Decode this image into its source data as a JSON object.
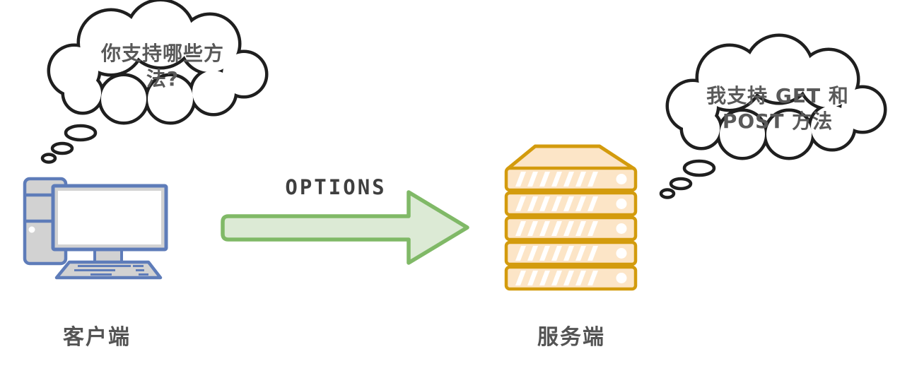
{
  "client": {
    "label": "客户端",
    "thought": "你支持哪些方\n法?",
    "icon": "desktop-computer-icon"
  },
  "server": {
    "label": "服务端",
    "thought": "我支持 GET 和\nPOST 方法",
    "icon": "server-rack-icon"
  },
  "request": {
    "label": "OPTIONS",
    "direction": "client-to-server"
  },
  "colors": {
    "cloud_outline": "#1f1f1f",
    "bubble_text": "#595959",
    "client_blue": "#5e7cb9",
    "client_gray": "#d2d2d2",
    "server_orange": "#d39b0d",
    "server_fill": "#fce5c7",
    "arrow_fill": "#dcead5",
    "arrow_stroke": "#80b967",
    "label_text": "#545454",
    "arrow_label_text": "#3f3f3f"
  }
}
